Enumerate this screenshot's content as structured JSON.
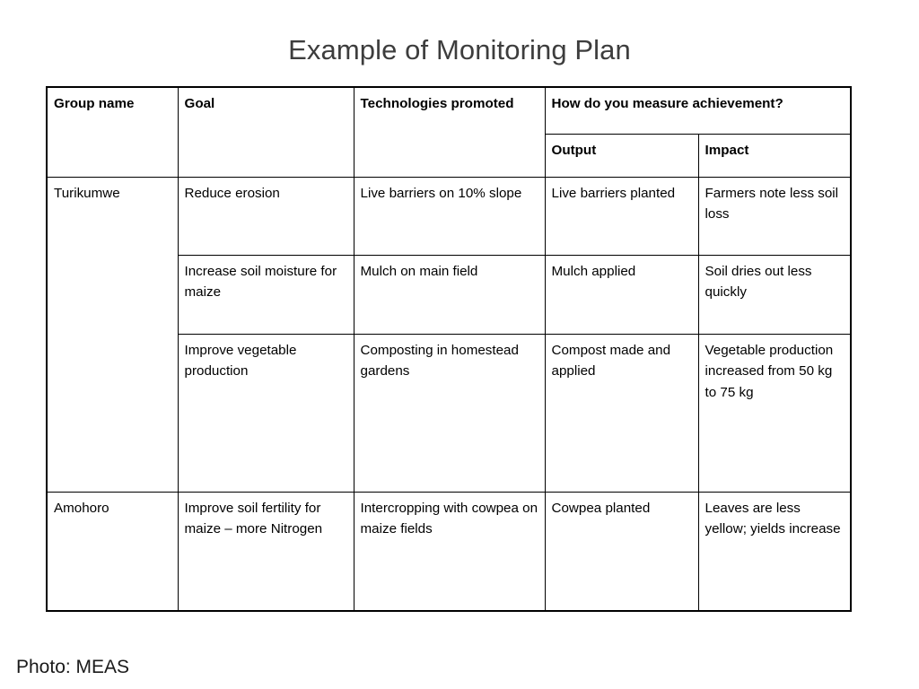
{
  "slide": {
    "title": "Example of Monitoring Plan",
    "photo_credit": "Photo: MEAS",
    "background_color": "#ffffff",
    "title_color": "#3d3d3d",
    "border_color": "#000000"
  },
  "table": {
    "headers": {
      "group_name": "Group name",
      "goal": "Goal",
      "technologies": "Technologies promoted",
      "measure": "How do you measure achievement?",
      "output": "Output",
      "impact": "Impact"
    },
    "groups": [
      {
        "name": "Turikumwe",
        "rows": [
          {
            "goal": "Reduce erosion",
            "technologies": "Live barriers on 10% slope",
            "output": "Live barriers planted",
            "impact": "Farmers note less soil loss"
          },
          {
            "goal": "Increase soil moisture for maize",
            "technologies": "Mulch on main field",
            "output": "Mulch applied",
            "impact": "Soil dries out less quickly"
          },
          {
            "goal": "Improve vegetable production",
            "technologies": "Composting in homestead gardens",
            "output": "Compost made and applied",
            "impact": "Vegetable production increased from 50 kg to 75 kg"
          }
        ]
      },
      {
        "name": "Amohoro",
        "rows": [
          {
            "goal": "Improve soil fertility for maize – more Nitrogen",
            "technologies": "Intercropping with cowpea on maize fields",
            "output": "Cowpea planted",
            "impact": "Leaves are less yellow; yields increase"
          }
        ]
      }
    ]
  }
}
